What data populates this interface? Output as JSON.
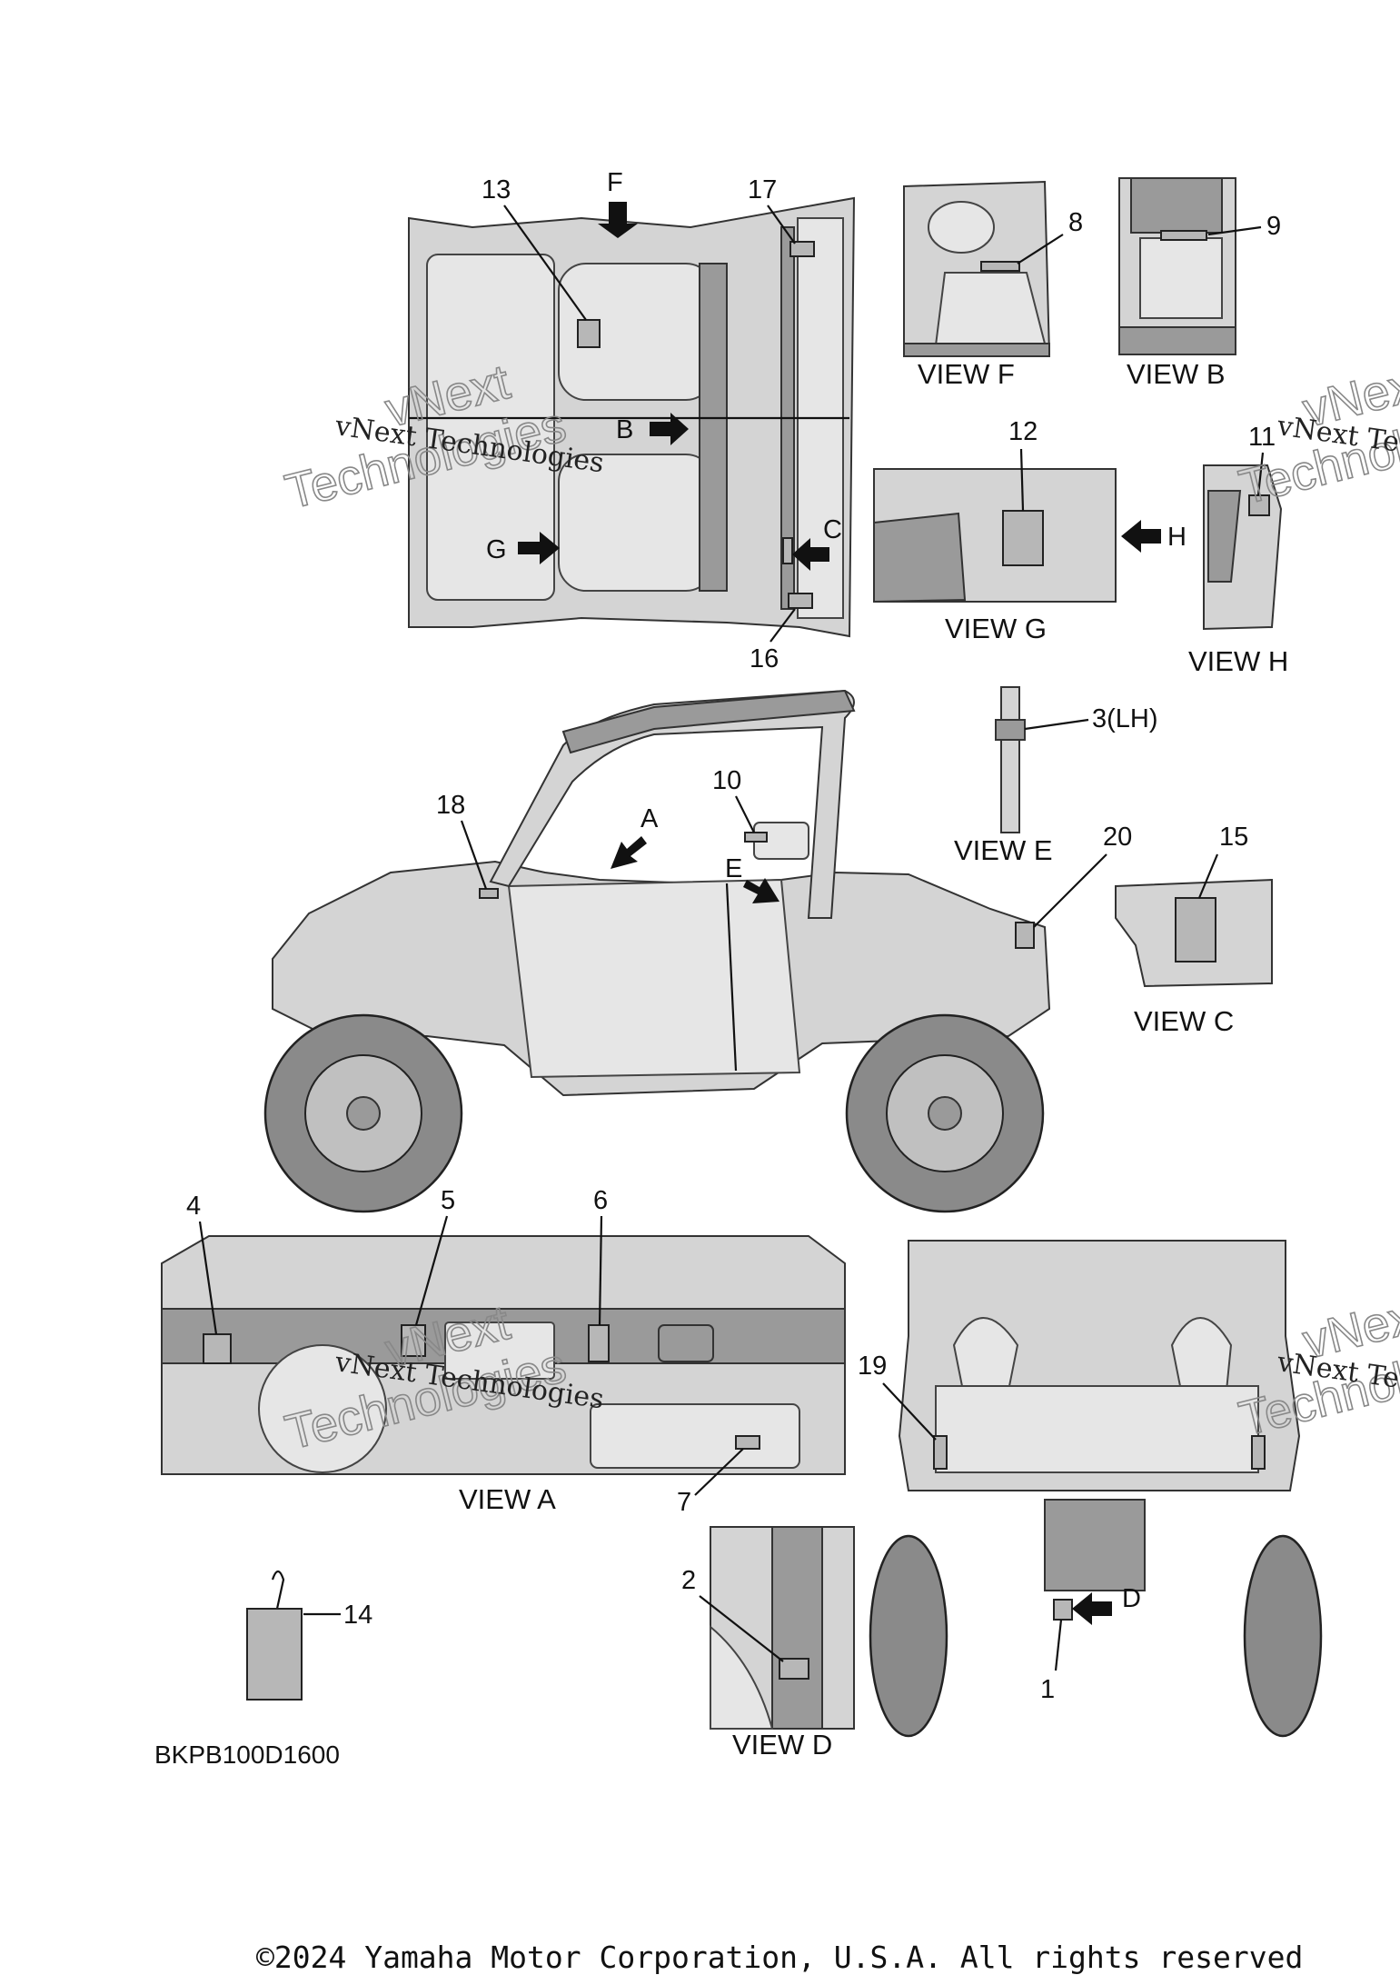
{
  "callouts": {
    "c1": "1",
    "c2": "2",
    "c3": "3(LH)",
    "c4": "4",
    "c5": "5",
    "c6": "6",
    "c7": "7",
    "c8": "8",
    "c9": "9",
    "c10": "10",
    "c11": "11",
    "c12": "12",
    "c13": "13",
    "c14": "14",
    "c15": "15",
    "c16": "16",
    "c17": "17",
    "c18": "18",
    "c19": "19",
    "c20": "20"
  },
  "view_letters": {
    "a": "A",
    "b": "B",
    "c": "C",
    "d": "D",
    "e": "E",
    "f": "F",
    "g": "G",
    "h": "H"
  },
  "view_labels": {
    "view_a": "VIEW A",
    "view_b": "VIEW B",
    "view_c": "VIEW C",
    "view_d": "VIEW D",
    "view_e": "VIEW E",
    "view_f": "VIEW F",
    "view_g": "VIEW G",
    "view_h": "VIEW H"
  },
  "watermark": {
    "line1": "vNext",
    "line2": "Technologies",
    "line3": "vNext Technologies"
  },
  "part_code": "BKPB100D1600",
  "copyright": "©2024 Yamaha Motor Corporation, U.S.A. All rights reserved"
}
